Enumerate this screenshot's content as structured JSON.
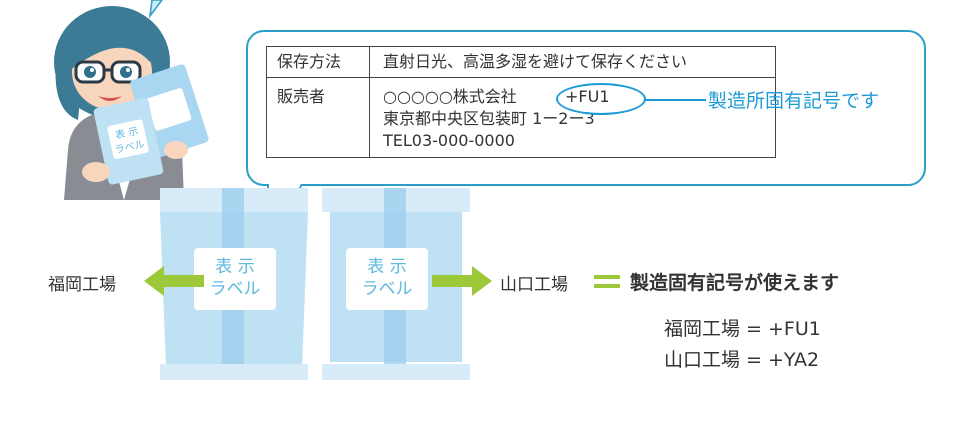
{
  "label_table": {
    "rows": [
      {
        "heading": "保存方法",
        "lines": [
          "直射日光、高温多湿を避けて保存ください"
        ]
      },
      {
        "heading": "販売者",
        "lines": [
          "○○○○○株式会社",
          "東京都中央区包装町 1ー2ー3",
          "TEL03-000-0000"
        ]
      }
    ],
    "code": "+FU1"
  },
  "callout": "製造所固有記号です",
  "bag_label": [
    "表 示",
    "ラベル"
  ],
  "factory_left": "福岡工場",
  "factory_right": "山口工場",
  "conclusion": "製造固有記号が使えます",
  "mappings": [
    "福岡工場 = +FU1",
    "山口工場 = +YA2"
  ],
  "colors": {
    "accent": "#1e9bd7",
    "arrow_green": "#9dc83a",
    "bag_light": "#cfe8f6",
    "bag_mid": "#9fd0ee"
  }
}
